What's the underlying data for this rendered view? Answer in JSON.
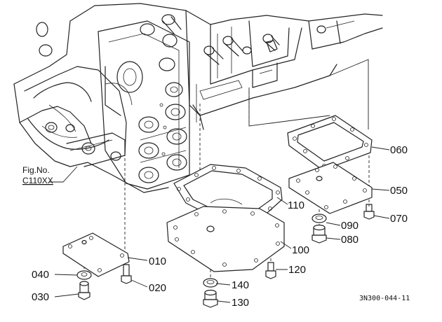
{
  "figure_ref": {
    "line1": "Fig.No.",
    "line2": "C110XX"
  },
  "drawing_code": "3N300-044-11",
  "callouts": {
    "c010": "010",
    "c020": "020",
    "c030": "030",
    "c040": "040",
    "c050": "050",
    "c060": "060",
    "c070": "070",
    "c080": "080",
    "c090": "090",
    "c100": "100",
    "c110": "110",
    "c120": "120",
    "c130": "130",
    "c140": "140"
  }
}
